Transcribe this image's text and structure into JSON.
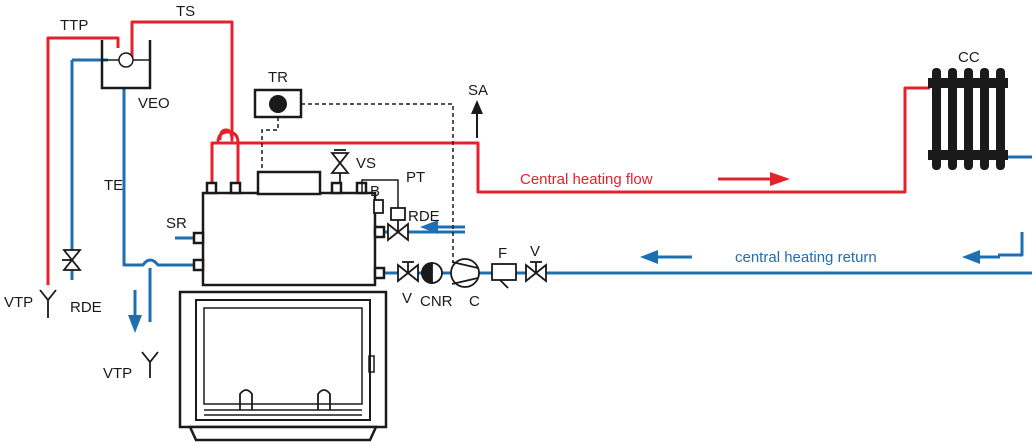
{
  "colors": {
    "flow": "#e4222b",
    "return": "#1d6fb3",
    "line": "#1a1a1a",
    "background": "#ffffff"
  },
  "labels": {
    "ttp": "TTP",
    "ts": "TS",
    "veo": "VEO",
    "te": "TE",
    "sr": "SR",
    "tr": "TR",
    "sa": "SA",
    "vs": "VS",
    "b": "B",
    "pt": "PT",
    "rde_boiler": "RDE",
    "rde_left": "RDE",
    "vtp_left": "VTP",
    "vtp_bottom": "VTP",
    "v_left": "V",
    "cnr": "CNR",
    "c": "C",
    "f": "F",
    "v_right": "V",
    "cc": "CC"
  },
  "captions": {
    "flow": "Central heating flow",
    "return": "central heating return"
  },
  "icons": {
    "radiator": "radiator-icon",
    "stove": "wood-stove-icon",
    "pump": "circulation-pump-icon",
    "valve": "gate-valve-icon",
    "check_valve": "check-valve-icon",
    "filter": "filter-icon",
    "thermostat": "thermostat-icon",
    "expansion_tank": "expansion-tank-icon"
  }
}
